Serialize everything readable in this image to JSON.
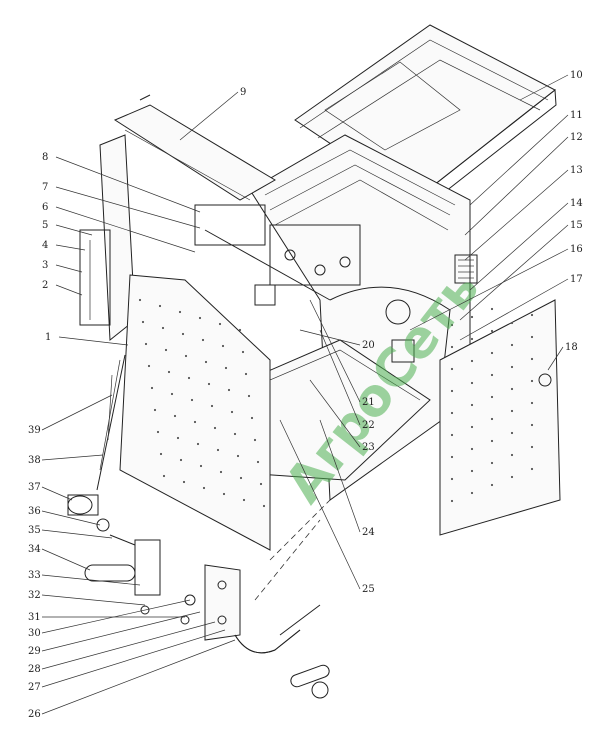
{
  "diagram": {
    "type": "exploded-parts-drawing",
    "watermark": "АгроСеть",
    "callouts": [
      "1",
      "2",
      "3",
      "4",
      "5",
      "6",
      "7",
      "8",
      "9",
      "10",
      "11",
      "12",
      "13",
      "14",
      "15",
      "16",
      "17",
      "18",
      "20",
      "21",
      "22",
      "23",
      "24",
      "25",
      "26",
      "27",
      "28",
      "29",
      "30",
      "31",
      "32",
      "33",
      "34",
      "35",
      "36",
      "37",
      "38",
      "39"
    ]
  }
}
